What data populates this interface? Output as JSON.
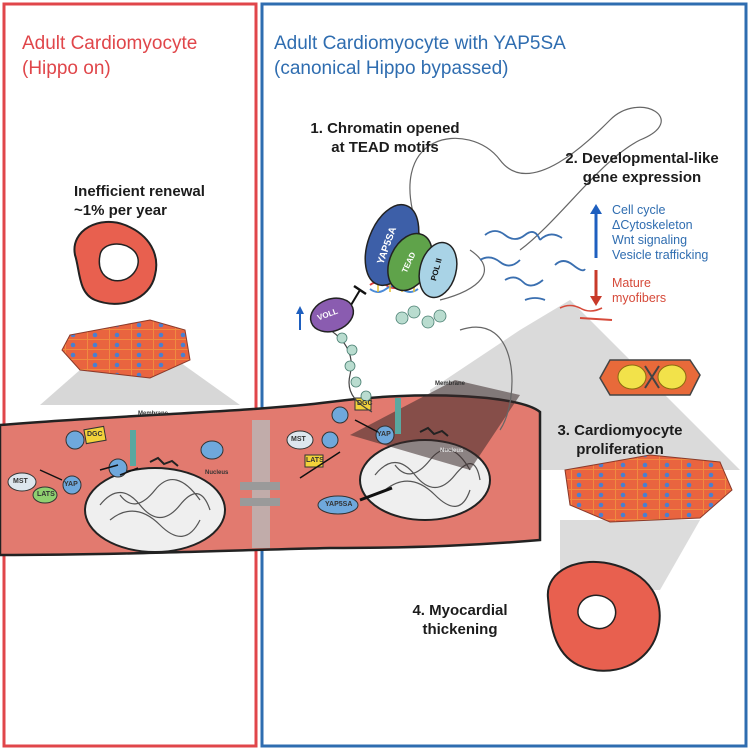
{
  "left_panel": {
    "title_line1": "Adult Cardiomyocyte",
    "title_line2": "(Hippo on)",
    "renewal_line1": "Inefficient renewal",
    "renewal_line2": "~1% per year"
  },
  "right_panel": {
    "title_line1": "Adult Cardiomyocyte with YAP5SA",
    "title_line2": "(canonical Hippo bypassed)"
  },
  "steps": {
    "step1_line1": "1. Chromatin opened",
    "step1_line2": "at TEAD motifs",
    "step2_line1": "2. Developmental-like",
    "step2_line2": "gene expression",
    "step3_line1": "3. Cardiomyocyte",
    "step3_line2": "proliferation",
    "step4_line1": "4. Myocardial",
    "step4_line2": "thickening"
  },
  "gene_expression": {
    "up_items": [
      "Cell cycle",
      "ΔCytoskeleton",
      "Wnt signaling",
      "Vesicle trafficking"
    ],
    "down_line1": "Mature",
    "down_line2": "myofibers"
  },
  "proteins": {
    "yap5sa": "YAP5SA",
    "tead": "TEAD",
    "pol2": "POL II",
    "voll": "VOLL",
    "yap": "YAP",
    "dgc": "DGC",
    "mst": "MST",
    "lats": "LATS"
  },
  "cell_labels": {
    "membrane": "Membrane",
    "nucleus": "Nucleus"
  },
  "colors": {
    "left_border": "#e0464a",
    "right_border": "#2f6db0",
    "heart": "#e8604f",
    "cell": "#e27a6f",
    "yap5sa": "#3d5fa8",
    "tead": "#5fa34a",
    "pol2": "#a9d3e6",
    "voll": "#8a5cb0"
  }
}
